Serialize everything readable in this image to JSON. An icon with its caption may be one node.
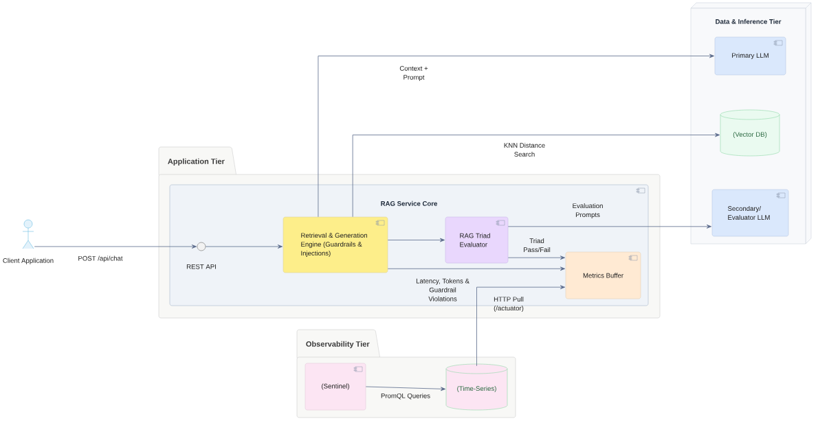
{
  "diagram": {
    "nodes": [
      {
        "text": [
          "Data & Inference Tier"
        ]
      },
      {
        "text": [
          "Primary LLM"
        ],
        "in": 0
      },
      {
        "text": [
          "(Vector DB)"
        ],
        "in": 0
      },
      {
        "text": [
          "Secondary/ Evaluator LLM"
        ],
        "in": 0
      },
      {
        "text": [
          "Application Tier"
        ]
      },
      {
        "text": [
          "RAG Service Core"
        ],
        "in": 4
      },
      {
        "text": [
          "Client Application"
        ]
      },
      {
        "text": [
          "REST API"
        ],
        "in": 5
      },
      {
        "text": [
          "Retrieval & Generation Engine (Guardrails & Injections)"
        ],
        "in": 5
      },
      {
        "text": [
          "RAG Triad Evaluator"
        ],
        "in": 5
      },
      {
        "text": [
          "Metrics Buffer"
        ],
        "in": 5
      },
      {
        "text": [
          "Observability Tier"
        ]
      },
      {
        "text": [
          "(Sentinel)"
        ],
        "in": 11
      },
      {
        "text": [
          "(Time-Series)"
        ],
        "in": 11
      }
    ],
    "edges": [
      {
        "from": 6,
        "to": 7,
        "arrow": "to",
        "label": "POST /api/chat"
      },
      {
        "from": 7,
        "to": 8,
        "arrow": "to"
      },
      {
        "from": 8,
        "to": 1,
        "arrow": "to",
        "label": "Context + Prompt"
      },
      {
        "from": 8,
        "to": 2,
        "arrow": "to",
        "label": "KNN Distance Search"
      },
      {
        "from": 8,
        "to": 9,
        "arrow": "to"
      },
      {
        "from": 9,
        "to": 3,
        "arrow": "to",
        "label": "Evaluation Prompts"
      },
      {
        "from": 9,
        "to": 10,
        "arrow": "to",
        "label": "Triad Pass/Fail"
      },
      {
        "from": 8,
        "to": 10,
        "arrow": "to",
        "label": "Latency, Tokens & Guardrail Violations"
      },
      {
        "from": 13,
        "to": 10,
        "arrow": "to",
        "label": "HTTP Pull (/actuator)"
      },
      {
        "from": 12,
        "to": 13,
        "arrow": "to",
        "label": "PromQL Queries"
      }
    ]
  }
}
